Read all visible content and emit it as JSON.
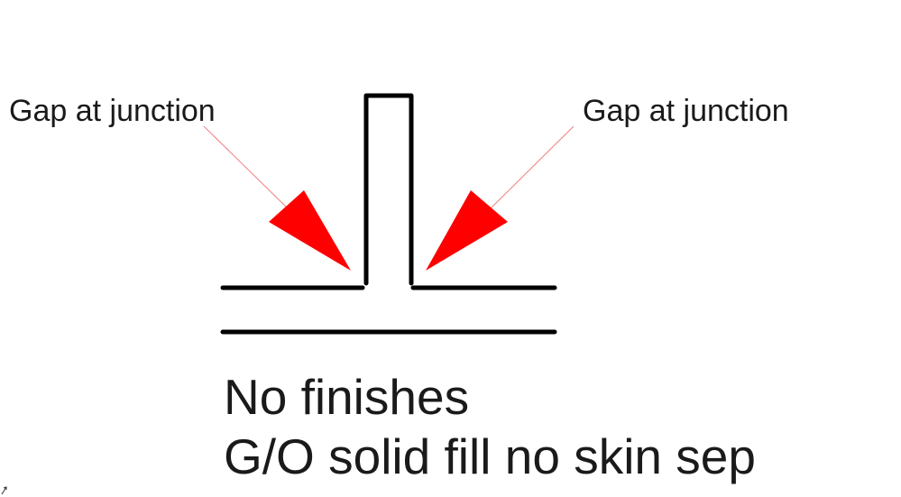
{
  "callouts": {
    "left": "Gap at junction",
    "right": "Gap at junction"
  },
  "notes": {
    "line1": "No finishes",
    "line2": "G/O solid fill no skin sep"
  },
  "colors": {
    "line": "#000000",
    "arrow": "#ff0000",
    "leader": "#f08080",
    "text": "#1a1a1a"
  },
  "icons": {
    "corner_mark": "small-arrow-icon"
  }
}
